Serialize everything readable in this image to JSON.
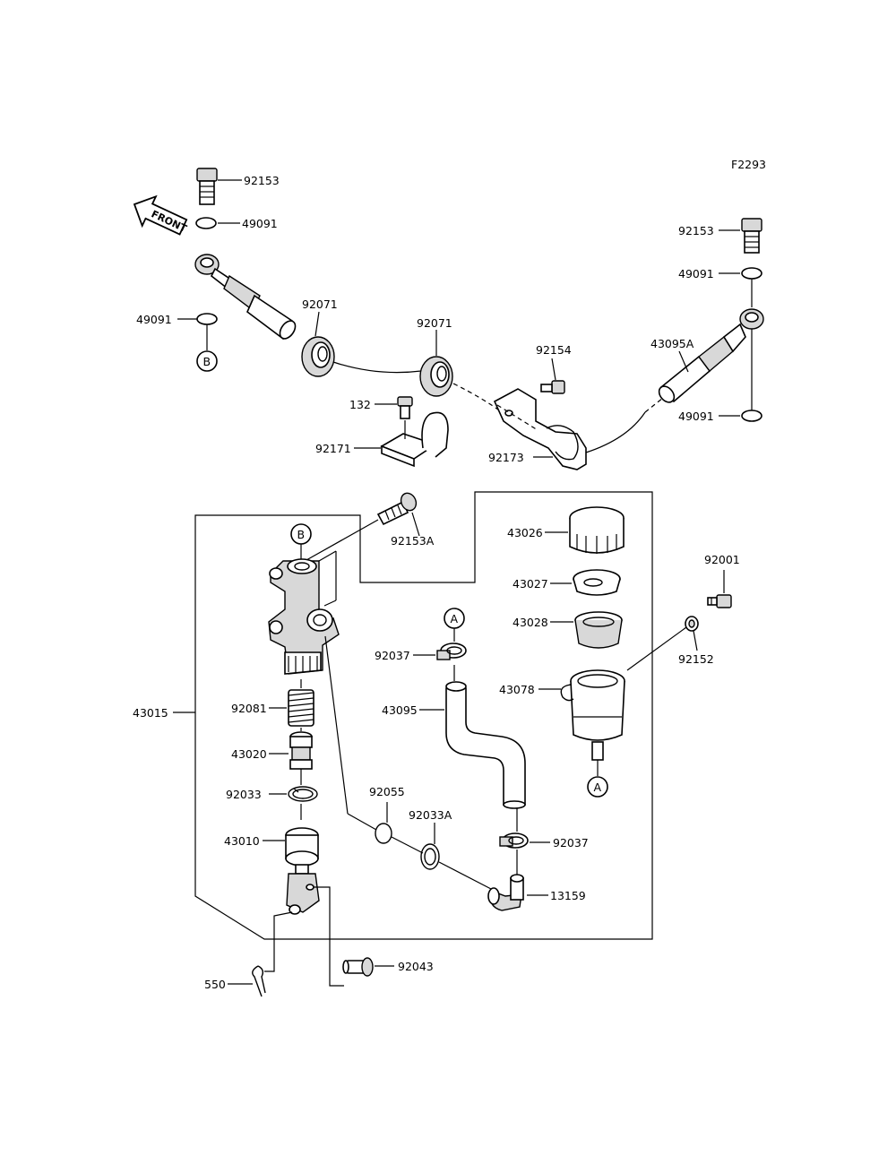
{
  "figure_code": "F2293",
  "front_label": "FRONT",
  "refs": {
    "a": "A",
    "b": "B"
  },
  "parts": {
    "p92153_left": "92153",
    "p49091_left_top": "49091",
    "p49091_left_bottom": "49091",
    "p92071_left": "92071",
    "p92071_mid": "92071",
    "p132": "132",
    "p92171": "92171",
    "p92154": "92154",
    "p92173": "92173",
    "p43095A": "43095A",
    "p92153_right": "92153",
    "p49091_right_top": "49091",
    "p49091_right_bottom": "49091",
    "p92153A": "92153A",
    "p43026": "43026",
    "p43027": "43027",
    "p43028": "43028",
    "p92001": "92001",
    "p92152": "92152",
    "p43078": "43078",
    "p92037_top": "92037",
    "p43095": "43095",
    "p43015": "43015",
    "p92081": "92081",
    "p43020": "43020",
    "p92033": "92033",
    "p92055": "92055",
    "p92033A": "92033A",
    "p92037_bottom": "92037",
    "p43010": "43010",
    "p13159": "13159",
    "p92043": "92043",
    "p550": "550"
  }
}
